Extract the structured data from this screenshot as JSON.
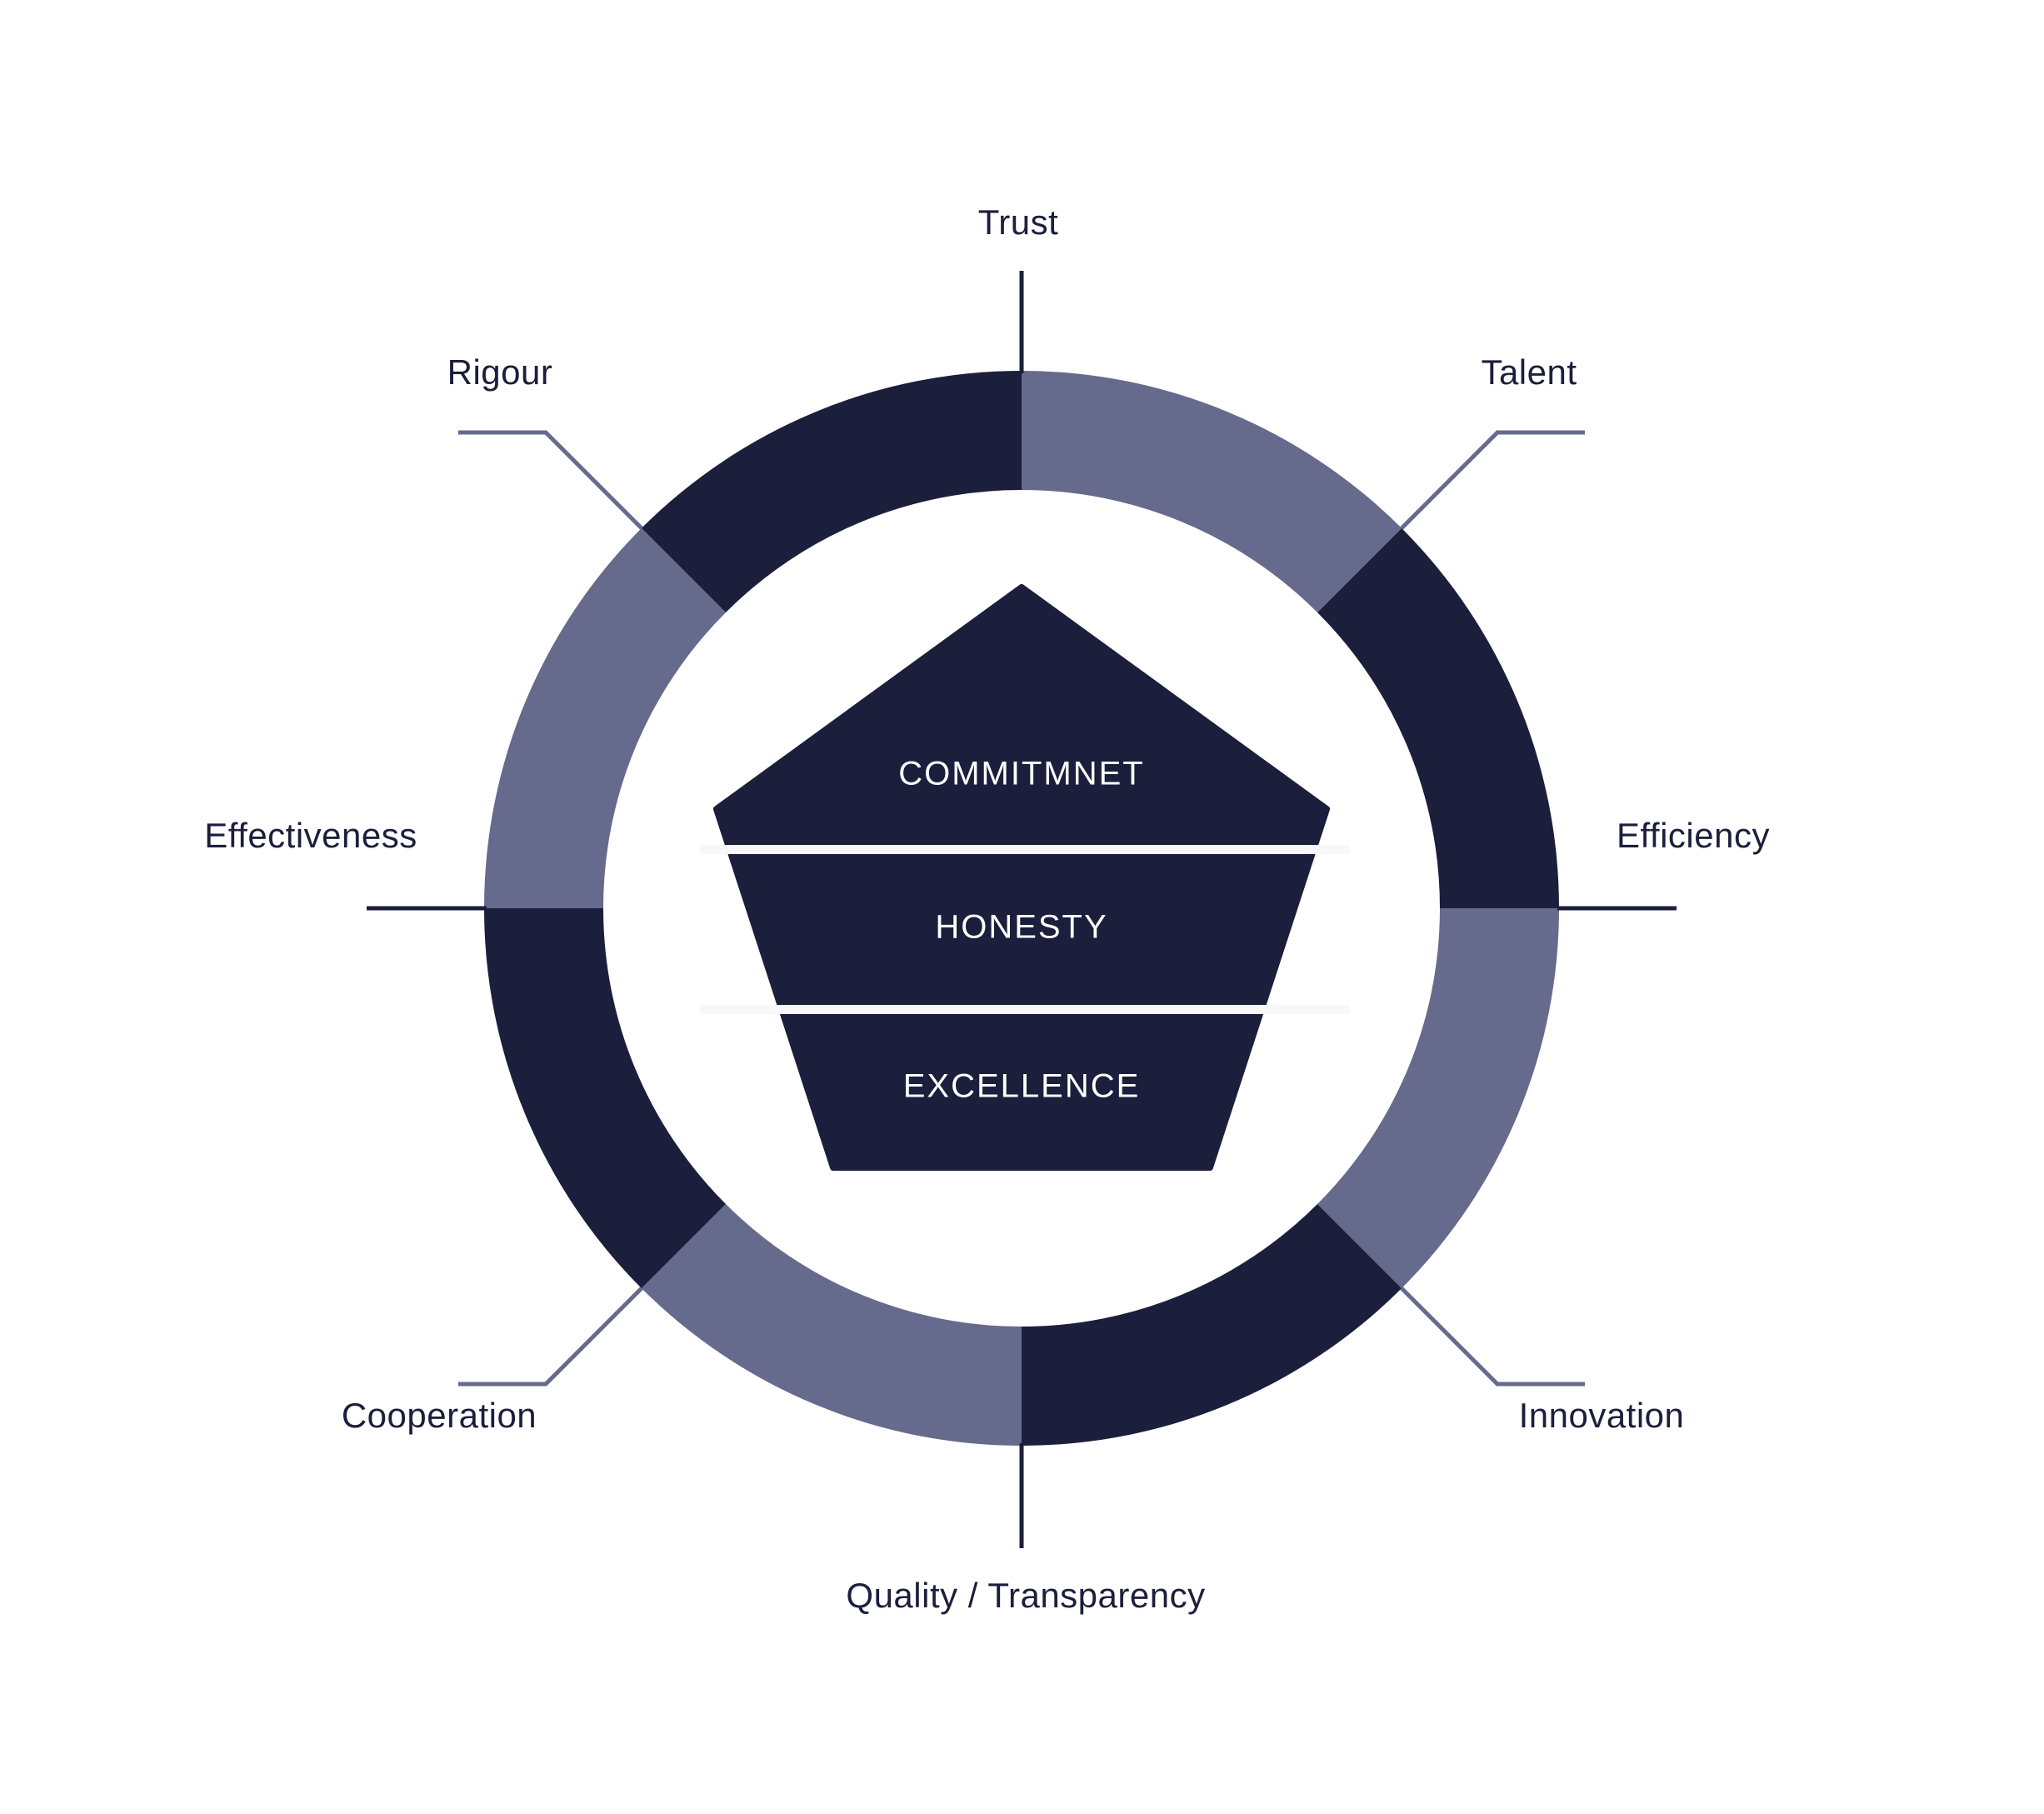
{
  "colors": {
    "dark_navy": "#1b1f3c",
    "slate": "#666a8c",
    "white": "#f8f8fa",
    "text_dark": "#1b1f3c",
    "text_light": "#ffffff"
  },
  "ring_labels": {
    "top": "Trust",
    "top_right": "Talent",
    "right": "Efficiency",
    "bottom_right": "Innovation",
    "bottom": "Quality / Transparency",
    "bottom_left": "Cooperation",
    "left": "Effectiveness",
    "top_left": "Rigour"
  },
  "pentagon_levels": {
    "top": "COMMITMNET",
    "middle": "HONESTY",
    "bottom": "EXCELLENCE"
  }
}
